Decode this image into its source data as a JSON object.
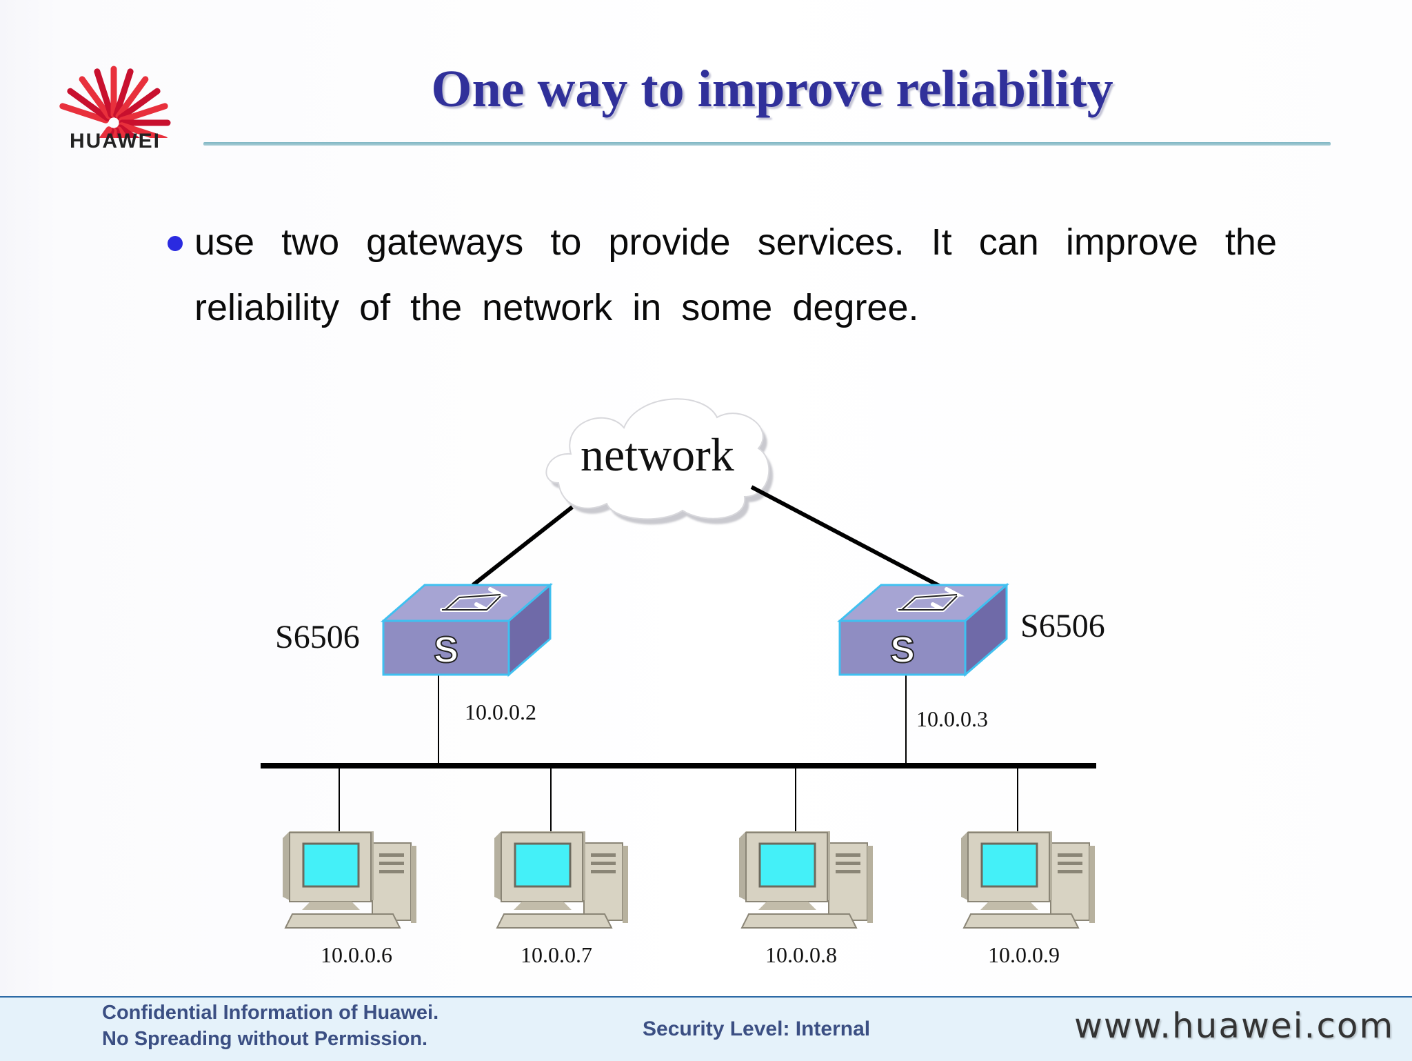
{
  "logo": {
    "text": "HUAWEI",
    "icon": "huawei-petal-logo"
  },
  "slide": {
    "title": "One way to improve reliability",
    "bullet": "use two gateways to provide services. It can improve the reliability of the network in some degree."
  },
  "diagram": {
    "cloud_label": "network",
    "switches": [
      {
        "name": "S6506",
        "ip": "10.0.0.2",
        "icon": "switch-icon",
        "glyph": "S"
      },
      {
        "name": "S6506",
        "ip": "10.0.0.3",
        "icon": "switch-icon",
        "glyph": "S"
      }
    ],
    "hosts": [
      {
        "ip": "10.0.0.6",
        "icon": "desktop-computer-icon"
      },
      {
        "ip": "10.0.0.7",
        "icon": "desktop-computer-icon"
      },
      {
        "ip": "10.0.0.8",
        "icon": "desktop-computer-icon"
      },
      {
        "ip": "10.0.0.9",
        "icon": "desktop-computer-icon"
      }
    ]
  },
  "footer": {
    "line1": "Confidential Information of Huawei.",
    "line2": "No Spreading without Permission.",
    "security": "Security Level: Internal",
    "url": "www.huawei.com"
  },
  "colors": {
    "title": "#30309a",
    "bullet": "#2a2ae0",
    "switch_top": "#a6a4d3",
    "switch_front": "#8f8dc2",
    "switch_side": "#6f6aa8",
    "screen": "#44f0f8"
  }
}
